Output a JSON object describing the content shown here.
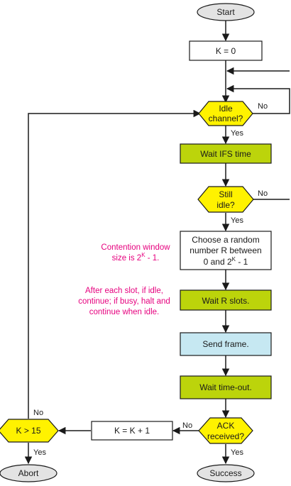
{
  "colors": {
    "terminal": "#e3e3e3",
    "process_white": "#ffffff",
    "process_green": "#bcd40b",
    "process_blue": "#c6e8f2",
    "decision": "#fff200",
    "line": "#1a1a1a",
    "note": "#e6007e"
  },
  "nodes": {
    "start": "Start",
    "k_init": "K = 0",
    "idle_line1": "Idle",
    "idle_line2": "channel?",
    "wait_ifs": "Wait IFS time",
    "still_line1": "Still",
    "still_line2": "idle?",
    "choose_line1": "Choose a random",
    "choose_line2": "number R between",
    "choose_line3_pre": "0 and 2",
    "choose_line3_sup": "K",
    "choose_line3_post": " - 1",
    "wait_r": "Wait R slots.",
    "send": "Send frame.",
    "wait_timeout": "Wait time-out.",
    "ack_line1": "ACK",
    "ack_line2": "received?",
    "k_inc": "K = K + 1",
    "k_check": "K > 15",
    "abort": "Abort",
    "success": "Success"
  },
  "edges": {
    "idle_no": "No",
    "idle_yes": "Yes",
    "still_no": "No",
    "still_yes": "Yes",
    "ack_no": "No",
    "ack_yes": "Yes",
    "kcheck_no": "No",
    "kcheck_yes": "Yes"
  },
  "notes": {
    "contention_line1": "Contention window",
    "contention_line2_pre": "size is 2",
    "contention_line2_sup": "K",
    "contention_line2_post": " - 1.",
    "slot_line1": "After each slot, if idle,",
    "slot_line2": "continue; if busy, halt and",
    "slot_line3": "continue when idle."
  }
}
